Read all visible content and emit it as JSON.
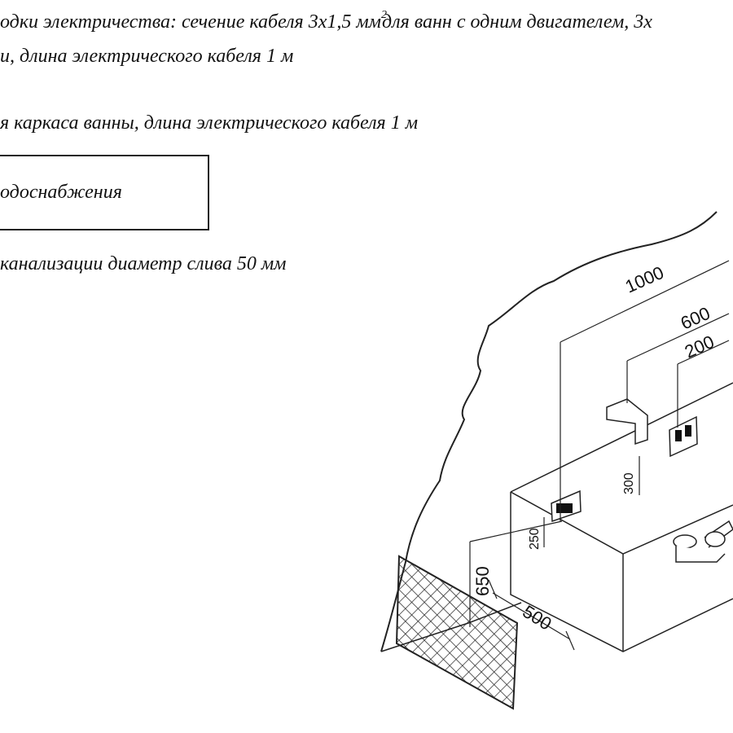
{
  "notes": {
    "line1_part1": "одки электричества: сечение кабеля 3х1,5 мм",
    "line1_sup": "2",
    "line1_part2": "для ванн с одним двигателем, 3х",
    "line2": "и, длина электрического кабеля 1 м",
    "line3": "я каркаса ванны, длина электрического кабеля 1 м",
    "line4": "одоснабжения",
    "line5": "канализации диаметр слива 50 мм"
  },
  "dimensions": {
    "d1000": "1000",
    "d600": "600",
    "d200": "200",
    "d300": "300",
    "d250": "250",
    "d650": "650",
    "d500": "500"
  }
}
